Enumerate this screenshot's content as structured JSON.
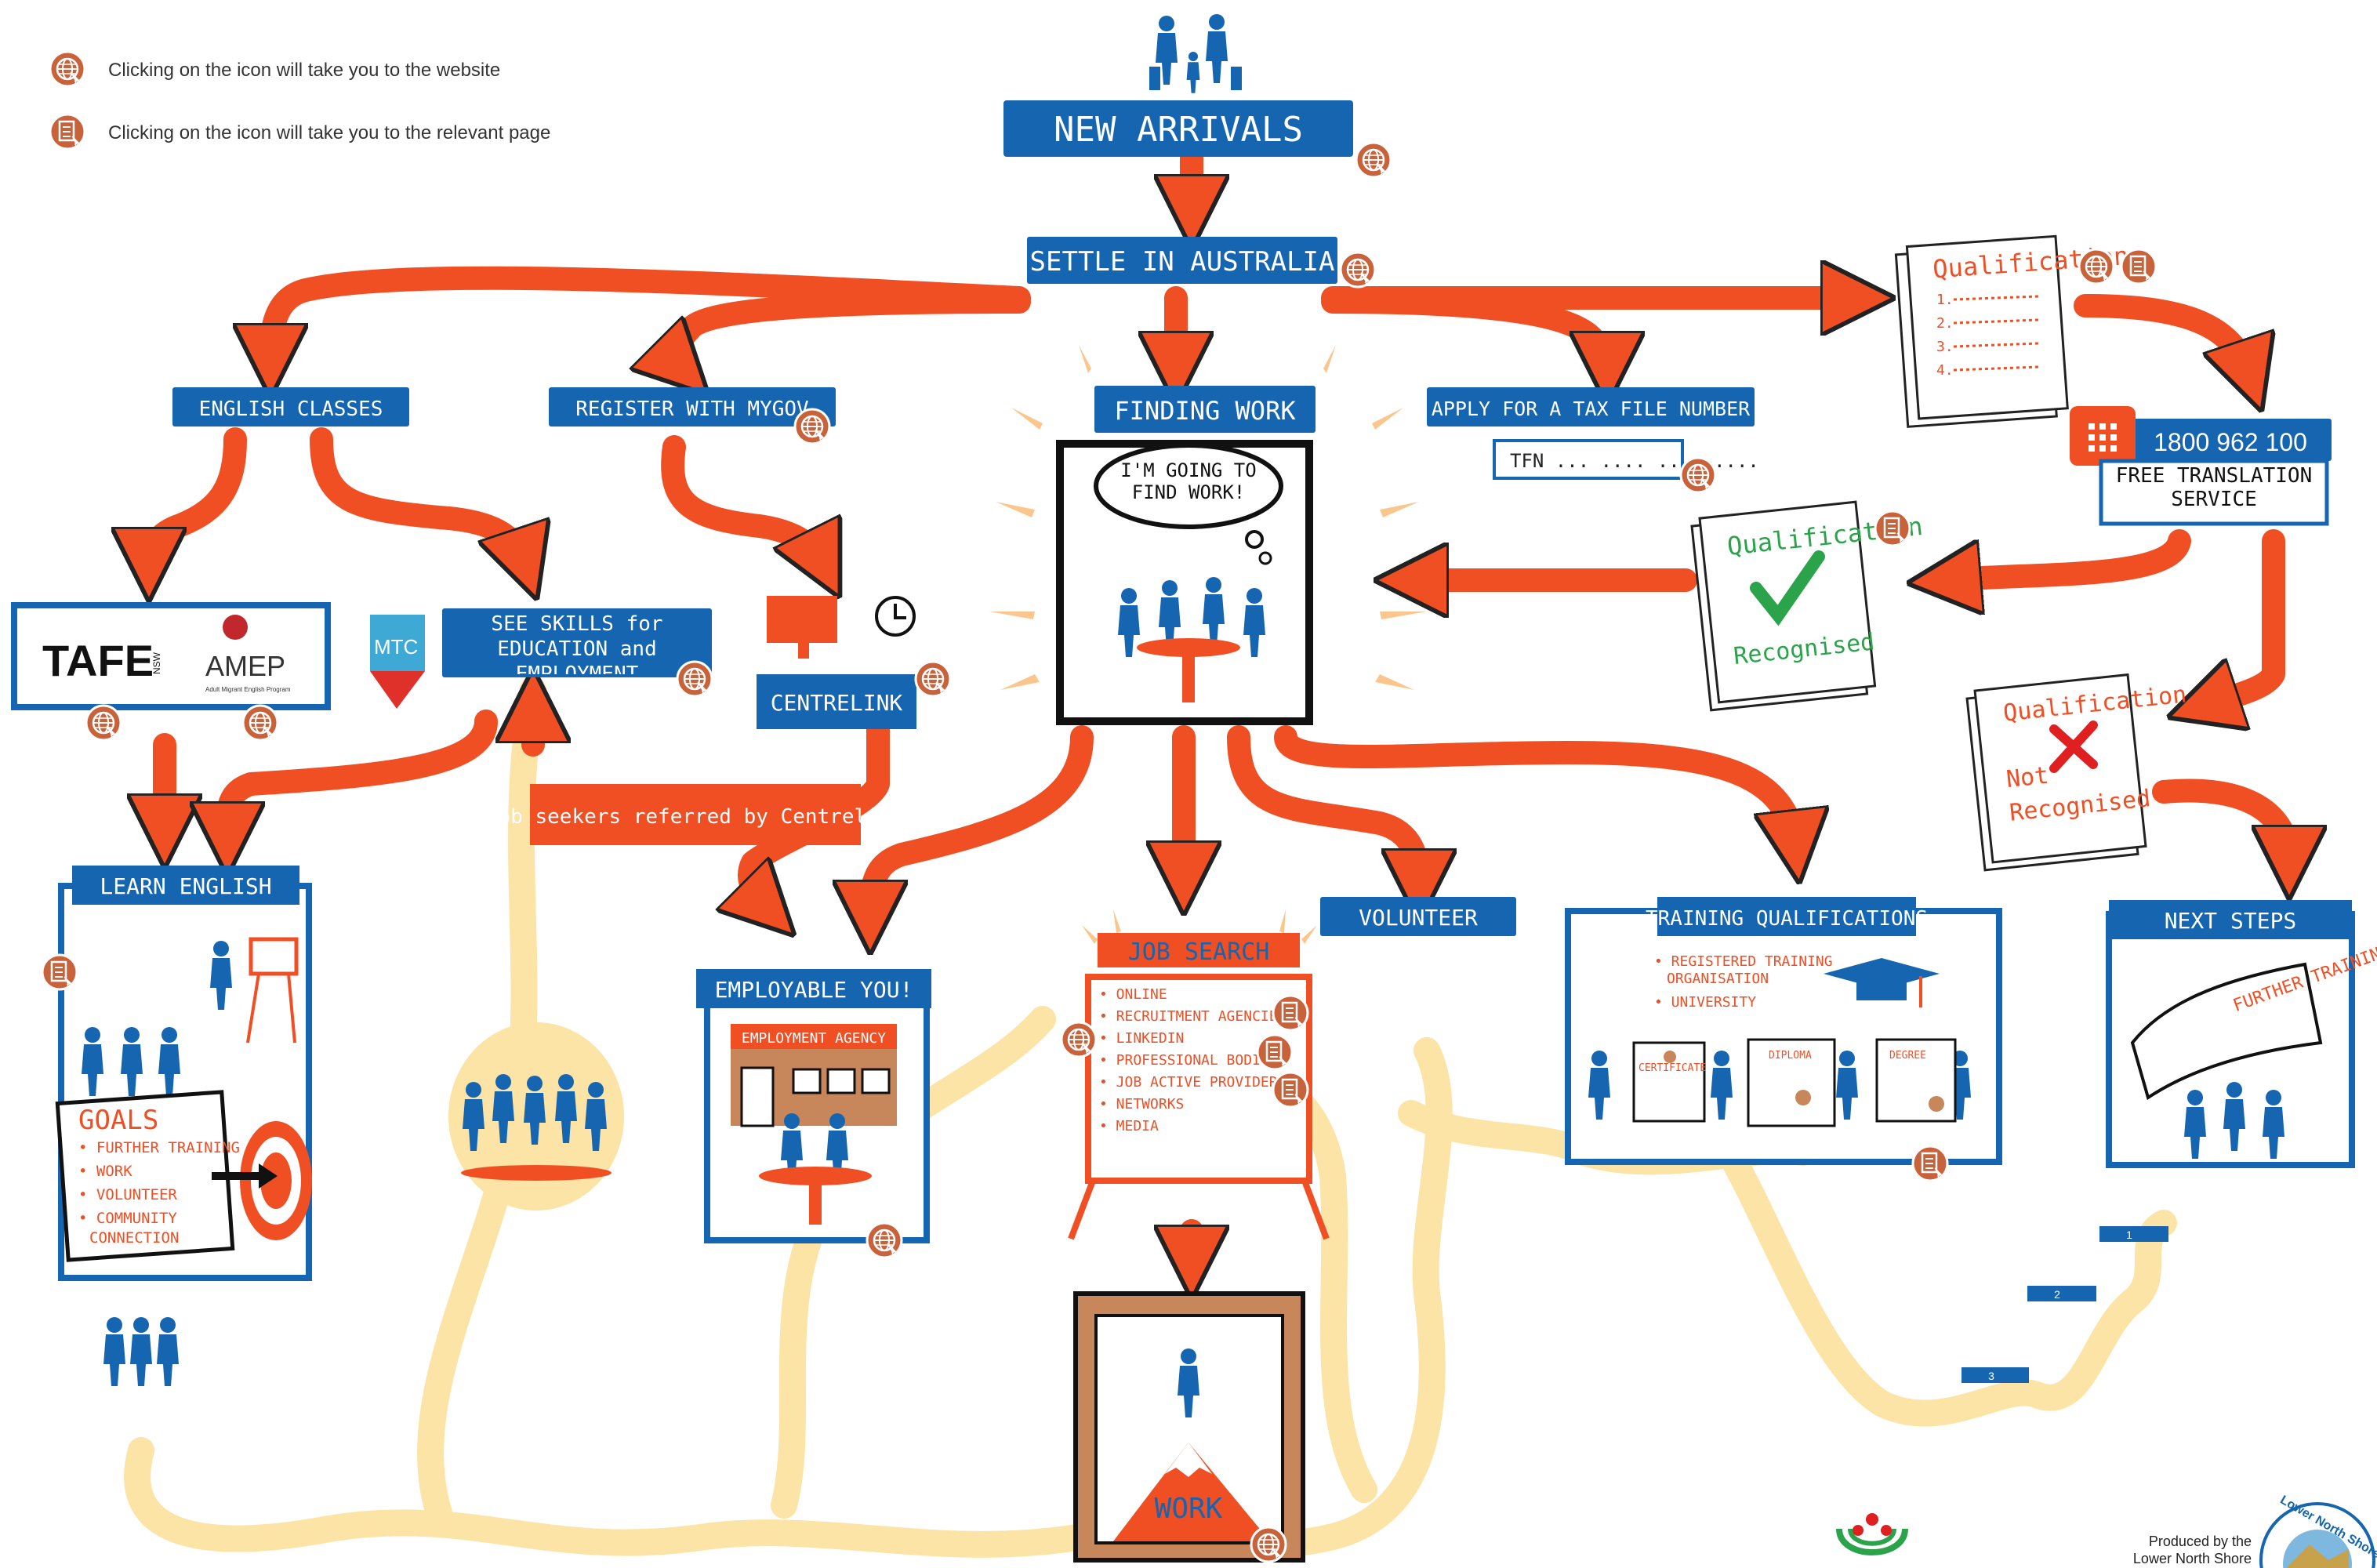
{
  "legend": {
    "website_icon_text": "Clicking on the icon will take you to the website",
    "page_icon_text": "Clicking on the icon will take you to the relevant page",
    "website_icon": "globe-icon",
    "page_icon": "document-icon"
  },
  "colors": {
    "orange": "#f04e23",
    "blue": "#1565b0",
    "path": "#fce3a6",
    "icon_brown": "#c8623a",
    "dark": "#1a1a1a"
  },
  "nodes": {
    "new_arrivals": "NEW ARRIVALS",
    "settle": "SETTLE IN AUSTRALIA",
    "english_classes": "ENGLISH CLASSES",
    "register_mygov": "REGISTER WITH MYGOV",
    "finding_work": "FINDING WORK",
    "tax_file": "APPLY FOR A TAX FILE NUMBER",
    "tfn_field": "TFN ... .... .... ....",
    "qualification_list_title": "Qualification",
    "qualification_list_items": [
      "1.",
      "2.",
      "3.",
      "4."
    ],
    "phone_number": "1800 962 100",
    "free_translation": "FREE TRANSLATION SERVICE",
    "qual_recognised_title": "Qualification",
    "qual_recognised_label": "Recognised",
    "qual_not_title": "Qualification",
    "qual_not_label_1": "Not",
    "qual_not_label_2": "Recognised",
    "tafe_logo": "TAFE",
    "tafe_sub": "NSW",
    "amep_logo": "AMEP",
    "amep_sub": "Adult Migrant English Program",
    "mtc_logo": "MTC",
    "see_skills": "SEE SKILLS for EDUCATION and EMPLOYMENT",
    "centrelink": "CENTRELINK",
    "thought_bubble": "I'M GOING TO FIND WORK!",
    "job_seekers_referred": "Job seekers referred by Centrelink",
    "learn_english": "LEARN ENGLISH",
    "goals_title": "GOALS",
    "goals_items": [
      "• FURTHER TRAINING",
      "• WORK",
      "• VOLUNTEER",
      "• COMMUNITY",
      "CONNECTION"
    ],
    "employable_you": "EMPLOYABLE YOU!",
    "employment_agency": "EMPLOYMENT AGENCY",
    "job_search": "JOB SEARCH",
    "job_search_items": [
      "• ONLINE",
      "• RECRUITMENT AGENCIES",
      "• LINKEDIN",
      "• PROFESSIONAL BODIES",
      "• JOB ACTIVE PROVIDERS",
      "• NETWORKS",
      "• MEDIA"
    ],
    "volunteer": "VOLUNTEER",
    "training_qualifications": "TRAINING QUALIFICATIONS",
    "training_items": [
      "• REGISTERED TRAINING",
      "ORGANISATION",
      "• UNIVERSITY"
    ],
    "certificate": "CERTIFICATE",
    "diploma": "DIPLOMA",
    "degree": "DEGREE",
    "next_steps": "NEXT STEPS",
    "further_training": "FURTHER TRAINING",
    "work": "WORK",
    "steps": [
      "1",
      "2",
      "3"
    ]
  },
  "footer": {
    "produced_by_1": "Produced by the",
    "produced_by_2": "Lower North Shore",
    "seal_text": "Lower North Shore"
  }
}
